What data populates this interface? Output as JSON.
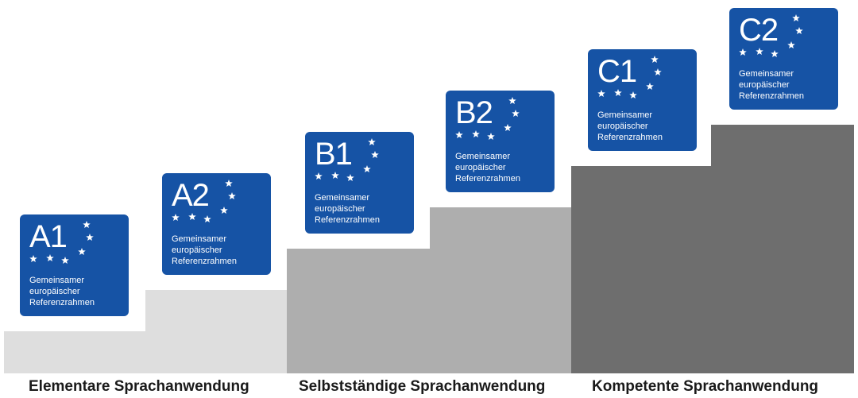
{
  "levels": [
    {
      "code": "A1",
      "line1": "Gemeinsamer",
      "line2": "europäischer",
      "line3": "Referenzrahmen"
    },
    {
      "code": "A2",
      "line1": "Gemeinsamer",
      "line2": "europäischer",
      "line3": "Referenzrahmen"
    },
    {
      "code": "B1",
      "line1": "Gemeinsamer",
      "line2": "europäischer",
      "line3": "Referenzrahmen"
    },
    {
      "code": "B2",
      "line1": "Gemeinsamer",
      "line2": "europäischer",
      "line3": "Referenzrahmen"
    },
    {
      "code": "C1",
      "line1": "Gemeinsamer",
      "line2": "europäischer",
      "line3": "Referenzrahmen"
    },
    {
      "code": "C2",
      "line1": "Gemeinsamer",
      "line2": "europäischer",
      "line3": "Referenzrahmen"
    }
  ],
  "categories": {
    "elementary": "Elementare Sprachanwendung",
    "independent": "Selbstständige Sprachanwendung",
    "proficient": "Kompetente Sprachanwendung"
  },
  "colors": {
    "card_blue": "#1653a5",
    "step_light": "#dedede",
    "step_mid": "#aeaeae",
    "step_dark": "#6e6e6e",
    "star": "#ffffff"
  },
  "icons": {
    "stars": "eu-star-icon"
  }
}
